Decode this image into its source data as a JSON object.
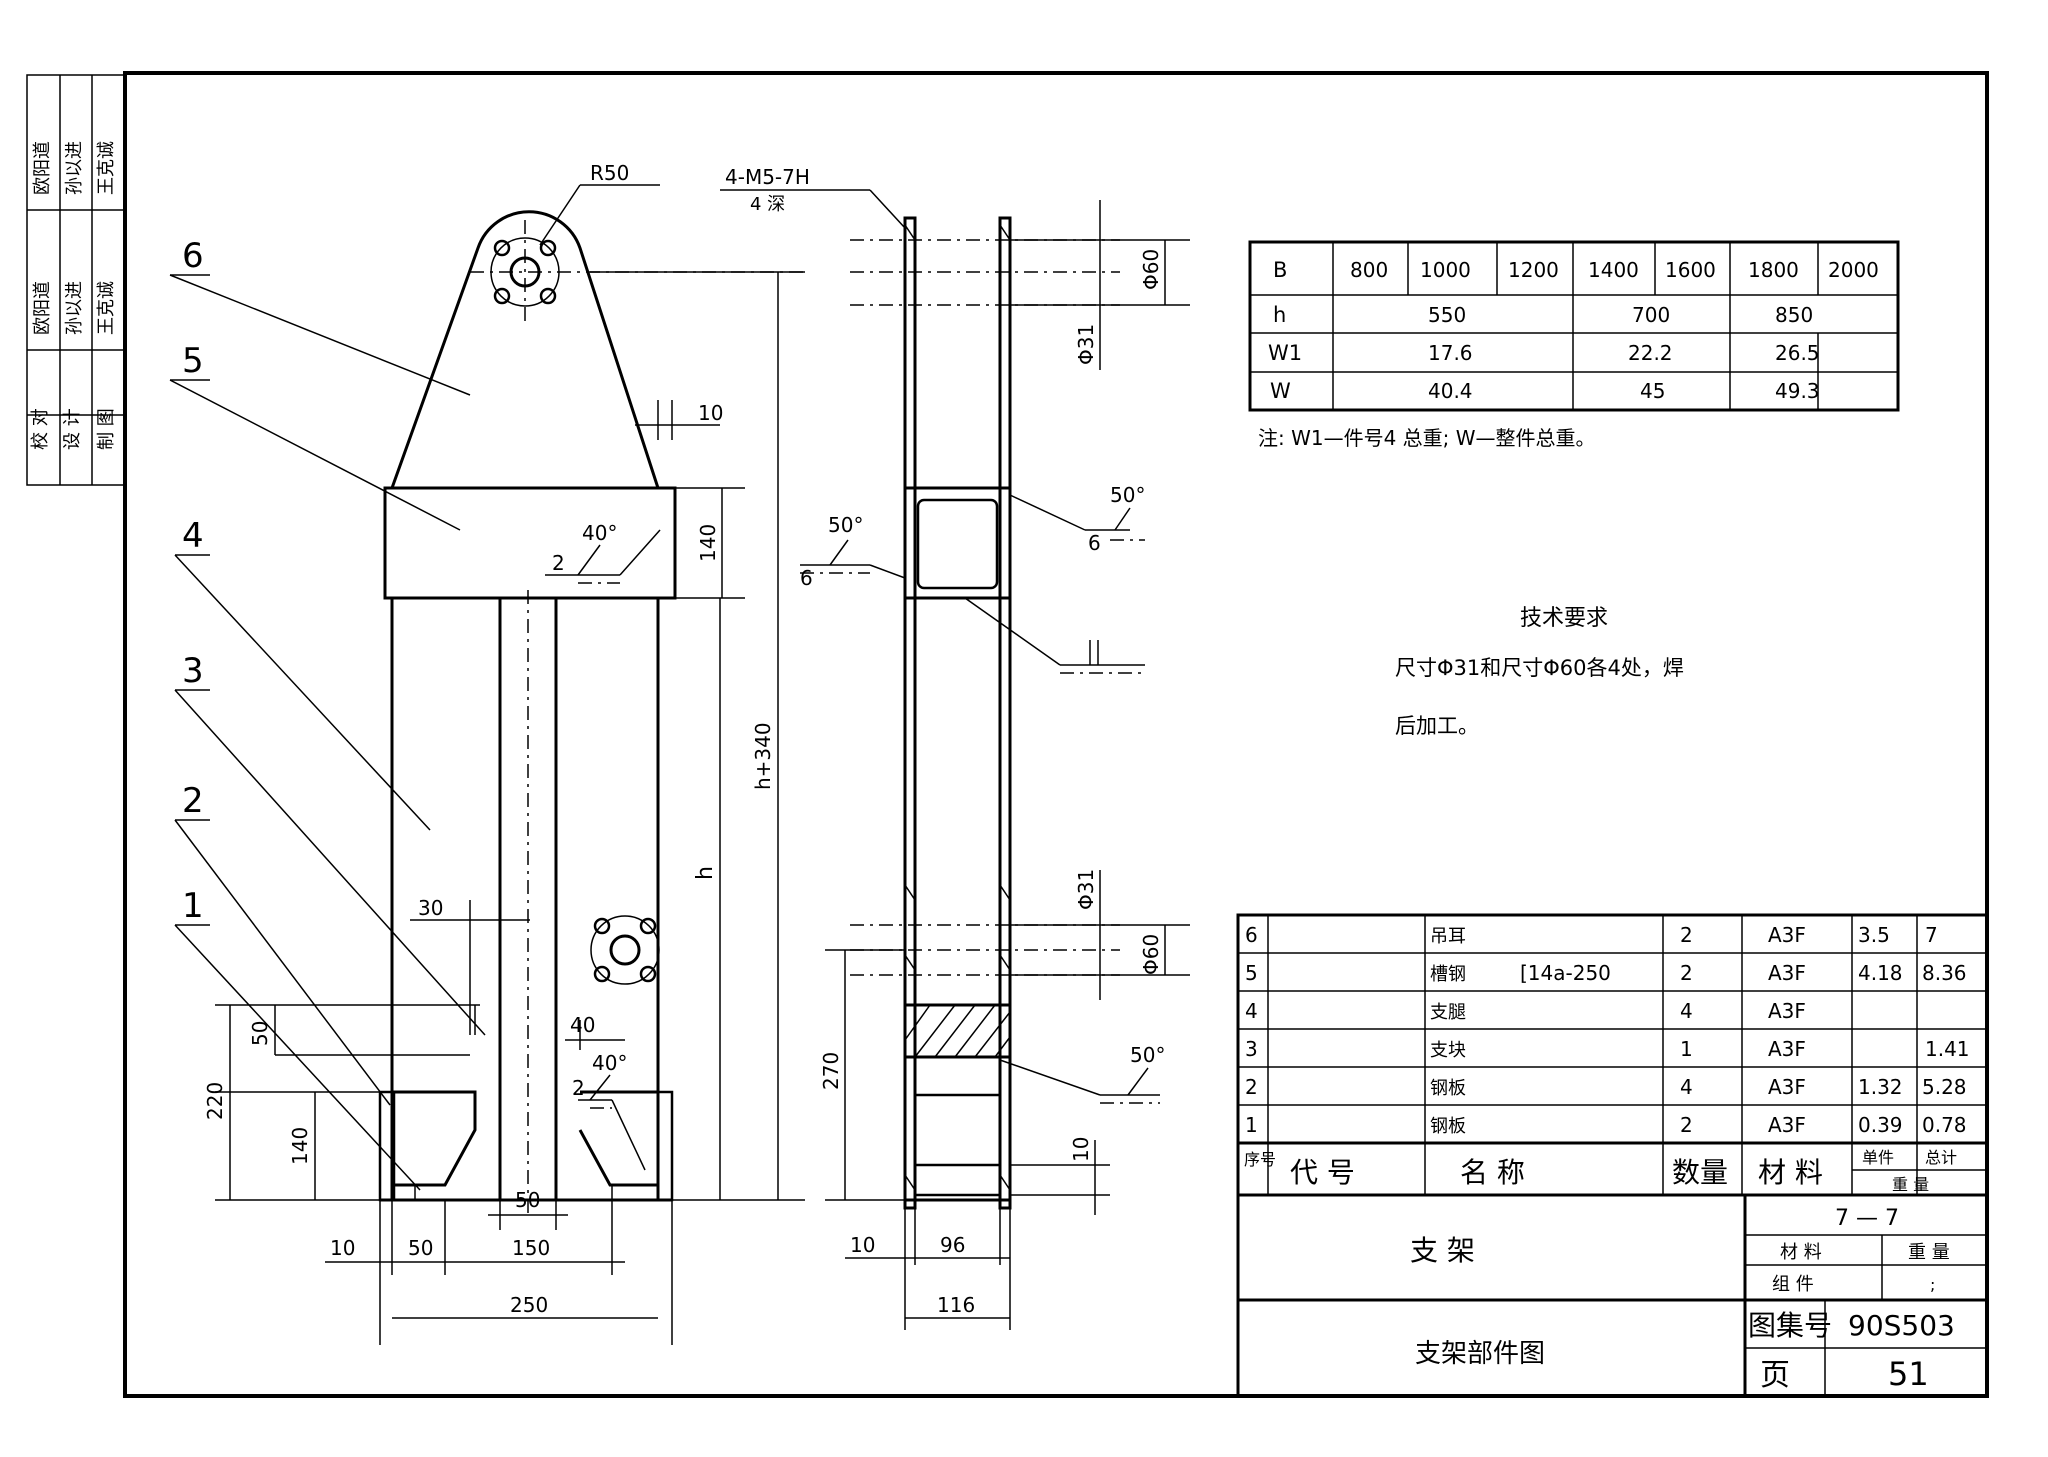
{
  "side_stamp": {
    "rows": [
      {
        "role": "校 对",
        "name": "欧阳道",
        "sig": "欧阳道"
      },
      {
        "role": "设 计",
        "name": "孙以进",
        "sig": "孙以进"
      },
      {
        "role": "制 图",
        "name": "王克诚",
        "sig": "王克诚"
      }
    ]
  },
  "front_view": {
    "part_numbers": [
      "6",
      "5",
      "4",
      "3",
      "2",
      "1"
    ],
    "dims": {
      "r50": "R50",
      "d10_top": "10",
      "d140_top": "140",
      "h340": "h+340",
      "h": "h",
      "weld_angle_top": "40°",
      "weld_size_top": "2",
      "weld_angle_bot": "40°",
      "weld_size_bot": "2",
      "d30": "30",
      "d50_v": "50",
      "d220": "220",
      "d140_bot": "140",
      "d40": "40",
      "d50_inner": "50",
      "d10_b": "10",
      "d50_b": "50",
      "d150": "150",
      "d250": "250"
    }
  },
  "side_view": {
    "dims": {
      "thread": "4-M5-7H",
      "thread_depth": "4 深",
      "phi60_top": "Φ60",
      "phi31_top": "Φ31",
      "weld_right_angle": "50°",
      "weld_right_size": "6",
      "weld_left_angle": "50°",
      "weld_left_size": "6",
      "phi31_bot": "Φ31",
      "phi60_bot": "Φ60",
      "d270": "270",
      "weld_bot_angle": "50°",
      "d10_side": "10",
      "d10_base": "10",
      "d96": "96",
      "d116": "116"
    }
  },
  "spec_table": {
    "rows": [
      [
        "B",
        "800",
        "1000",
        "1200",
        "1400",
        "1600",
        "1800",
        "2000"
      ],
      [
        "h",
        "550",
        "700",
        "850"
      ],
      [
        "W1",
        "17.6",
        "22.2",
        "26.5"
      ],
      [
        "W",
        "40.4",
        "45",
        "49.3"
      ]
    ],
    "note": "注: W1—件号4 总重; W—整件总重。"
  },
  "tech_req": {
    "title": "技术要求",
    "line1": "尺寸Φ31和尺寸Φ60各4处，焊",
    "line2": "后加工。"
  },
  "parts_list": {
    "rows": [
      {
        "no": "6",
        "code": "",
        "name": "吊耳",
        "spec": "",
        "qty": "2",
        "mat": "A3F",
        "unit": "3.5",
        "total": "7"
      },
      {
        "no": "5",
        "code": "",
        "name": "槽钢",
        "spec": "[14a-250",
        "qty": "2",
        "mat": "A3F",
        "unit": "4.18",
        "total": "8.36"
      },
      {
        "no": "4",
        "code": "",
        "name": "支腿",
        "spec": "",
        "qty": "4",
        "mat": "A3F",
        "unit": "",
        "total": ""
      },
      {
        "no": "3",
        "code": "",
        "name": "支块",
        "spec": "",
        "qty": "1",
        "mat": "A3F",
        "unit": "",
        "total": "1.41"
      },
      {
        "no": "2",
        "code": "",
        "name": "钢板",
        "spec": "",
        "qty": "4",
        "mat": "A3F",
        "unit": "1.32",
        "total": "5.28"
      },
      {
        "no": "1",
        "code": "",
        "name": "钢板",
        "spec": "",
        "qty": "2",
        "mat": "A3F",
        "unit": "0.39",
        "total": "0.78"
      }
    ],
    "header": {
      "no": "序号",
      "code": "代 号",
      "name": "名 称",
      "qty": "数量",
      "mat": "材 料",
      "unit": "单件",
      "total": "总计",
      "weight": "重 量"
    }
  },
  "title_block": {
    "name": "支 架",
    "section": "7 — 7",
    "mat_label": "材 料",
    "weight_label": "重 量",
    "mat_value": "组 件",
    "weight_value": ";",
    "drawing_title": "支架部件图",
    "atlas_label": "图集号",
    "atlas_value": "90S503",
    "page_label": "页",
    "page_value": "51"
  }
}
